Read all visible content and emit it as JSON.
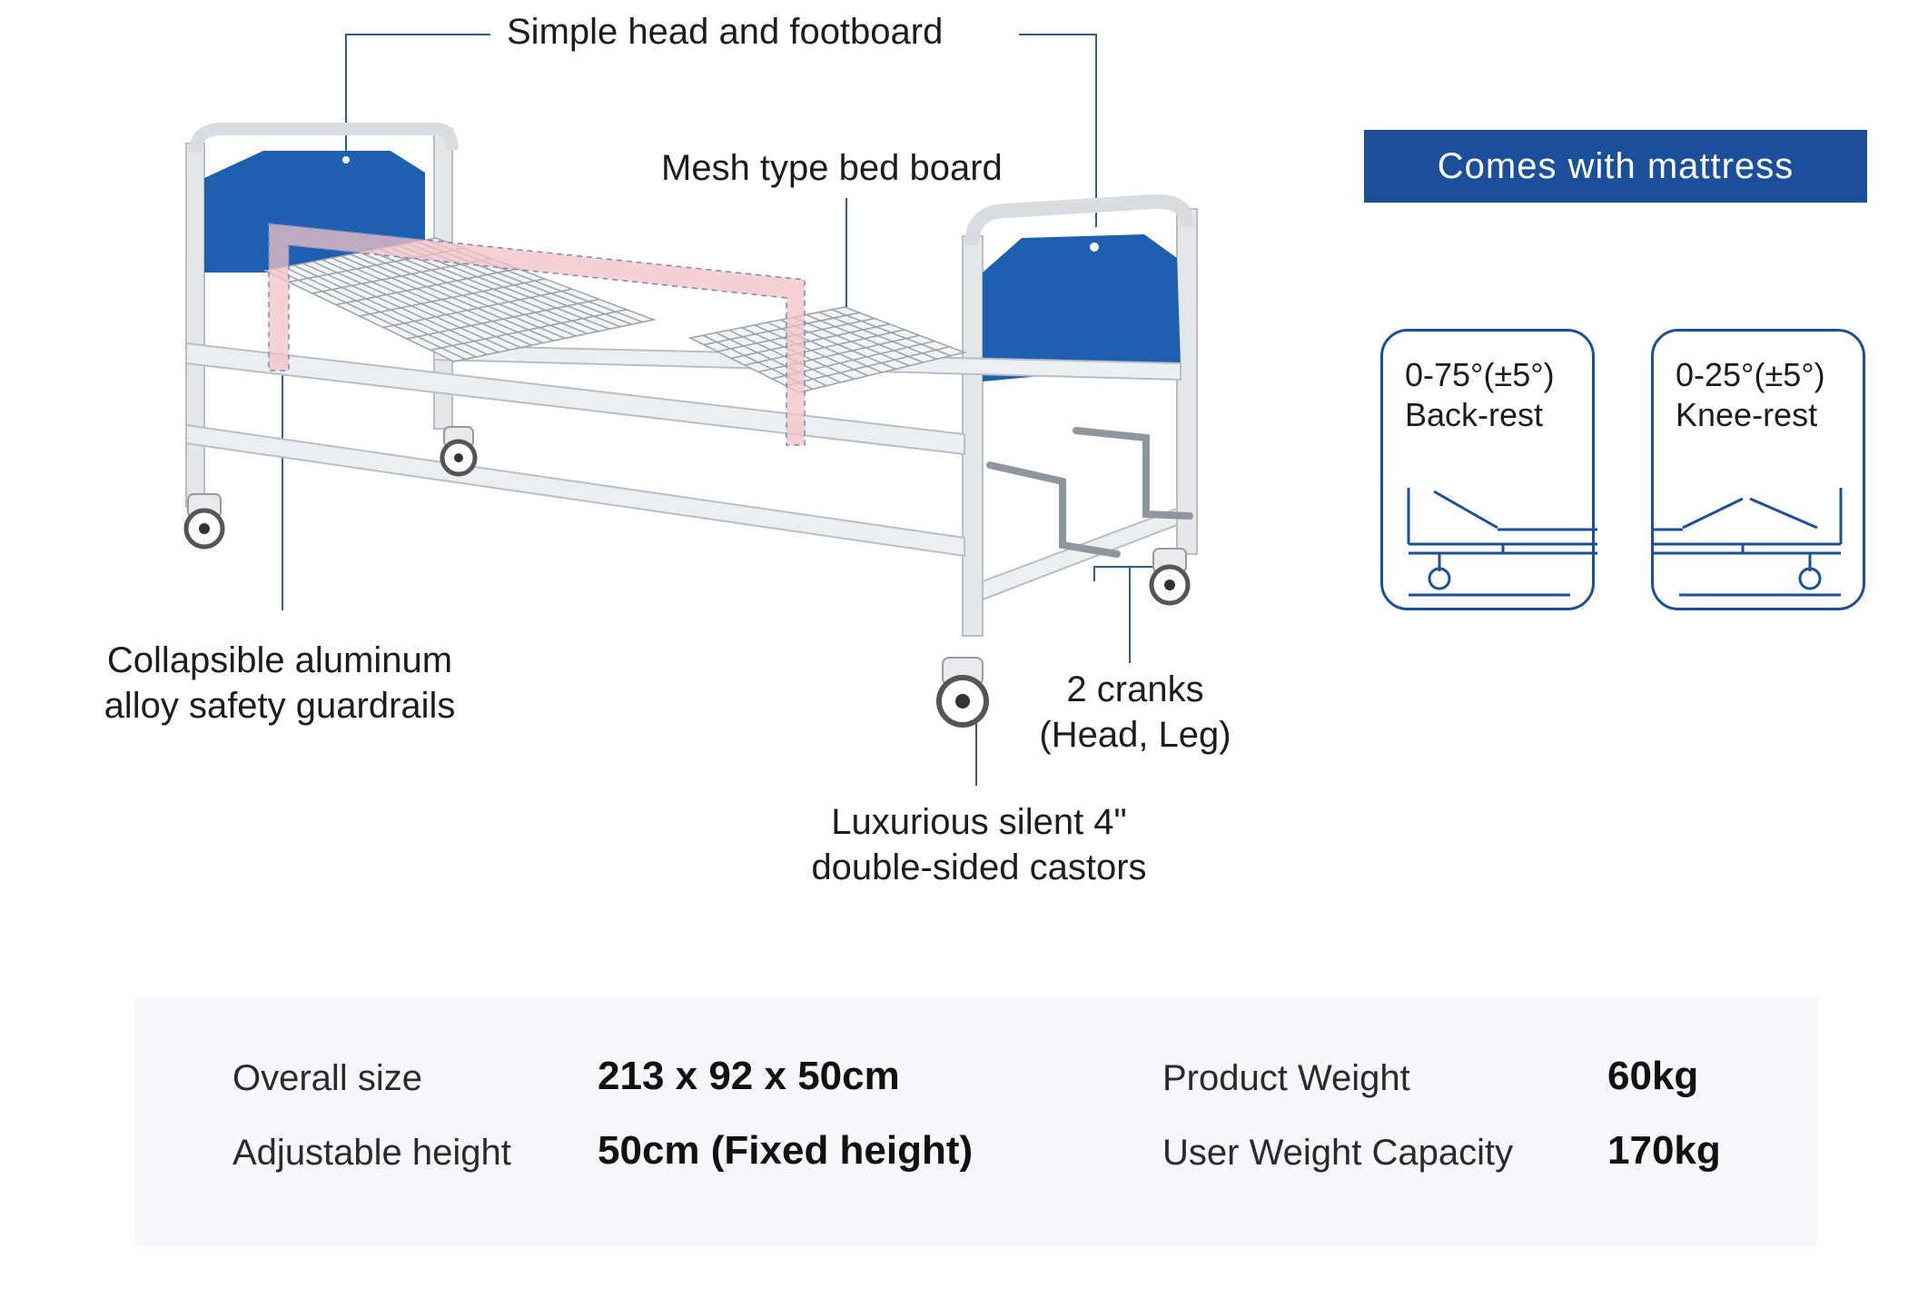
{
  "callouts": {
    "head_footboard": "Simple head and footboard",
    "mesh_board": "Mesh type bed board",
    "guardrails_line1": "Collapsible aluminum",
    "guardrails_line2": "alloy safety guardrails",
    "cranks_line1": "2 cranks",
    "cranks_line2": "(Head, Leg)",
    "castors_line1": "Luxurious silent 4\"",
    "castors_line2": "double-sided castors"
  },
  "banner": {
    "text": "Comes with mattress"
  },
  "angles": [
    {
      "range": "0-75°(±5°)",
      "label": "Back-rest"
    },
    {
      "range": "0-25°(±5°)",
      "label": "Knee-rest"
    }
  ],
  "specs": {
    "overall_size": {
      "key": "Overall size",
      "value": "213 x 92 x 50cm"
    },
    "adjustable_height": {
      "key": "Adjustable height",
      "value": "50cm (Fixed height)"
    },
    "product_weight": {
      "key": "Product Weight",
      "value": "60kg"
    },
    "user_capacity": {
      "key": "User Weight Capacity",
      "value": "170kg"
    }
  },
  "colors": {
    "accent": "#1b4f9c",
    "headboard": "#1f5fb0",
    "frame": "#e9ecef",
    "guardrail_hint": "#f3c2c6"
  }
}
